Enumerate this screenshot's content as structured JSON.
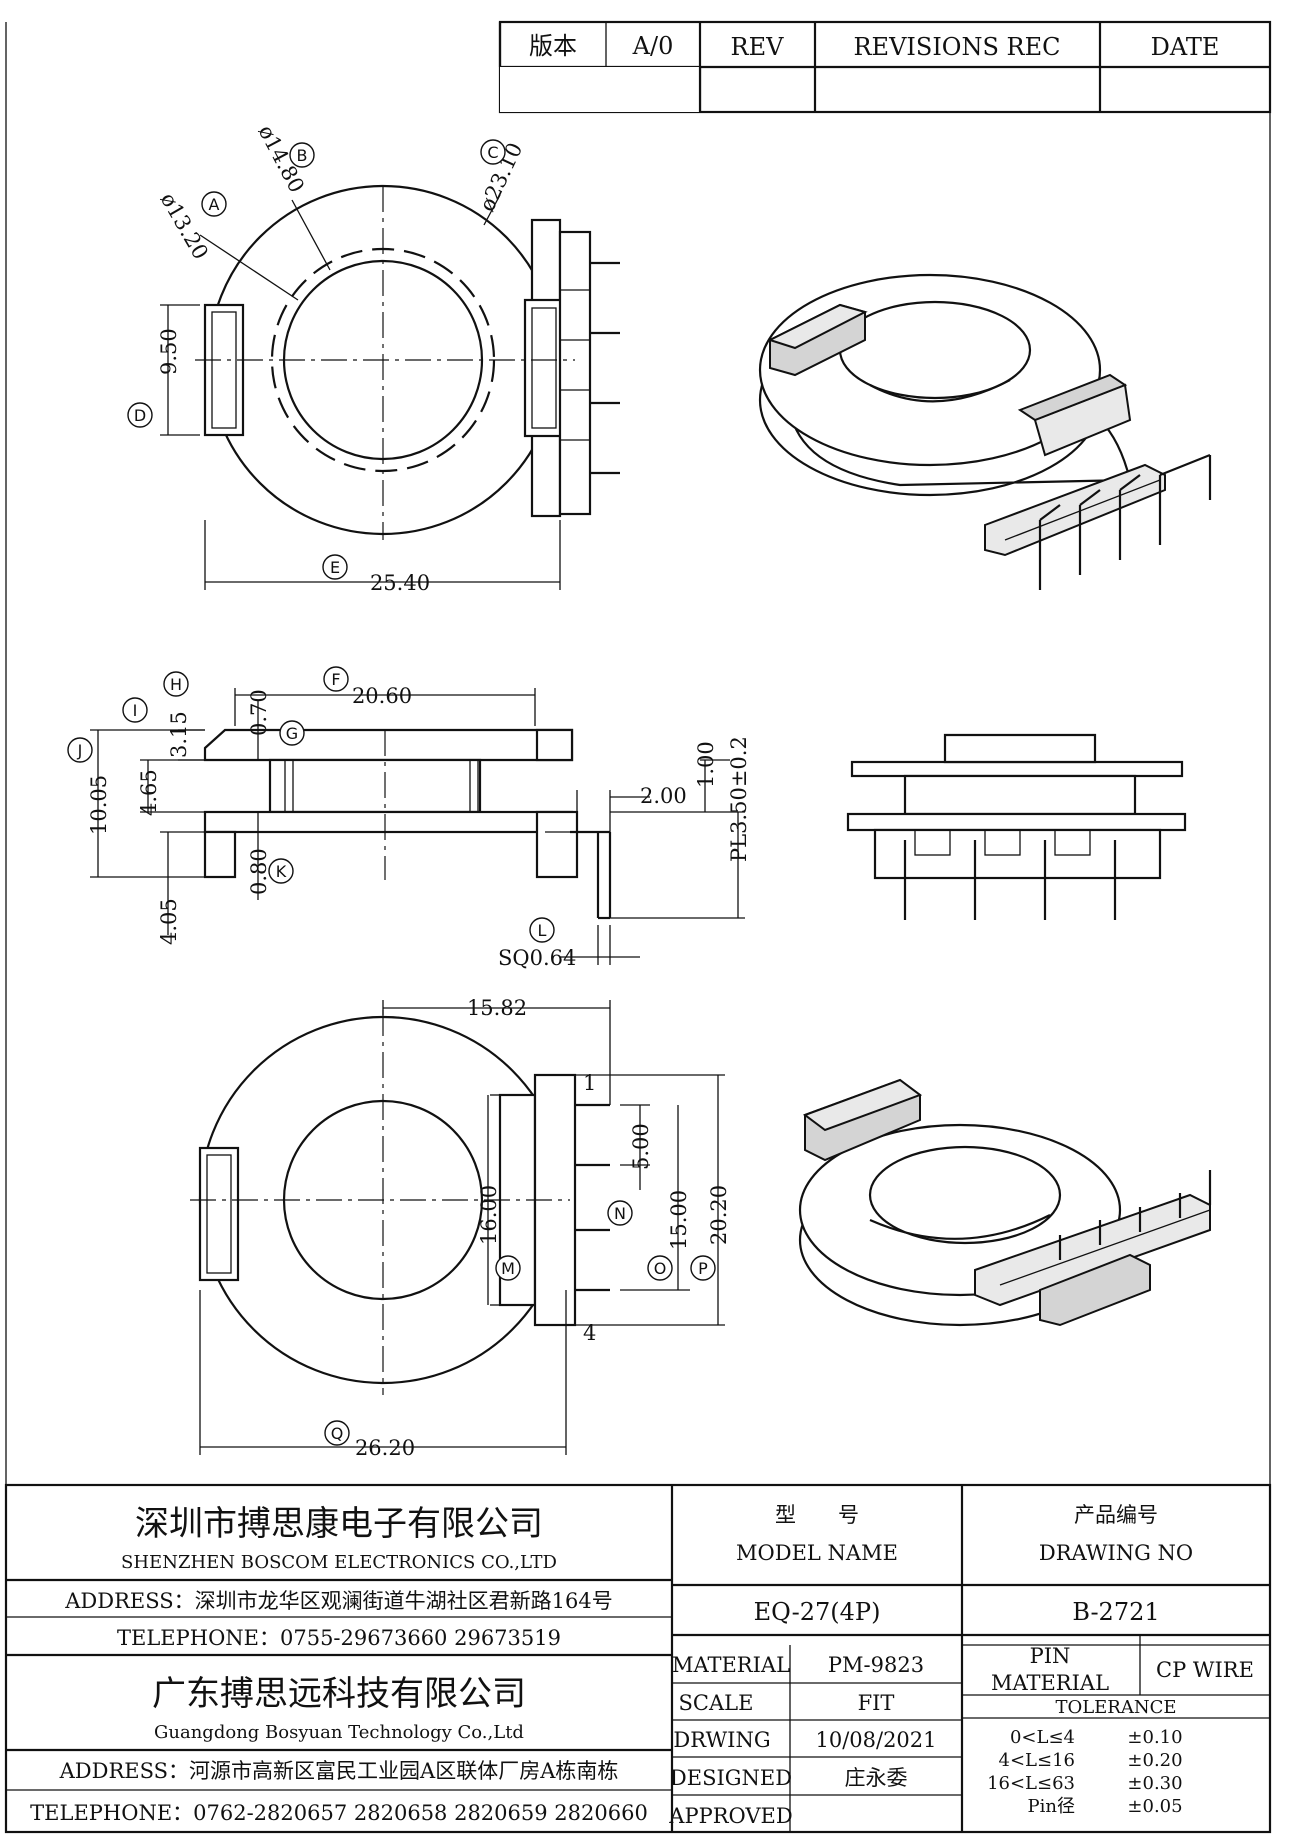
{
  "revision_table": {
    "version_label": "版本",
    "version_value": "A/0",
    "rev_label": "REV",
    "revisions_label": "REVISIONS REC",
    "date_label": "DATE"
  },
  "dimensions": {
    "A": {
      "letter": "A",
      "value": "ø13.20"
    },
    "B": {
      "letter": "B",
      "value": "ø14.80"
    },
    "C": {
      "letter": "C",
      "value": "ø23.10"
    },
    "D": {
      "letter": "D",
      "value": "9.50"
    },
    "E": {
      "letter": "E",
      "value": "25.40"
    },
    "F": {
      "letter": "F",
      "value": "20.60"
    },
    "G": {
      "letter": "G",
      "value": "0.70"
    },
    "H": {
      "letter": "H",
      "value": "3.15"
    },
    "I": {
      "letter": "I",
      "value": "4.65"
    },
    "J": {
      "letter": "J",
      "value": "10.05"
    },
    "K": {
      "letter": "K",
      "value": "0.80"
    },
    "L": {
      "letter": "L",
      "value": "SQ0.64"
    },
    "M": {
      "letter": "M",
      "value": "16.00"
    },
    "N": {
      "letter": "N",
      "value": "5.00"
    },
    "O": {
      "letter": "O",
      "value": "15.00"
    },
    "P": {
      "letter": "P",
      "value": "20.20"
    },
    "Q": {
      "letter": "Q",
      "value": "26.20"
    },
    "pin_length": "PL3.50±0.2",
    "pin_offset": "2.00",
    "pin_step": "1.00",
    "bottom_flange": "4.05",
    "pin_span": "15.82",
    "pin_first": "1",
    "pin_last": "4"
  },
  "title_block": {
    "company_cn": "深圳市搏思康电子有限公司",
    "company_en": "SHENZHEN BOSCOM ELECTRONICS CO.,LTD",
    "address1": "ADDRESS：深圳市龙华区观澜街道牛湖社区君新路164号",
    "telephone1": "TELEPHONE：0755-29673660 29673519",
    "company2_cn": "广东搏思远科技有限公司",
    "company2_en": "Guangdong Bosyuan Technology Co.,Ltd",
    "address2": "ADDRESS：河源市高新区富民工业园A区联体厂房A栋南栋",
    "telephone2": "TELEPHONE：0762-2820657 2820658 2820659 2820660",
    "model_cn": "型　　号",
    "model_en": "MODEL NAME",
    "model_value": "EQ-27(4P)",
    "drawing_cn": "产品编号",
    "drawing_en": "DRAWING NO",
    "drawing_value": "B-2721",
    "material_label": "MATERIAL",
    "material_value": "PM-9823",
    "pin_material_label1": "PIN",
    "pin_material_label2": "MATERIAL",
    "pin_material_value": "CP WIRE",
    "scale_label": "SCALE",
    "scale_value": "FIT",
    "drawing_label": "DRWING",
    "drawing_date": "10/08/2021",
    "designed_label": "DESIGNED",
    "designed_value": "庄永委",
    "approved_label": "APPROVED",
    "approved_value": "",
    "tolerance_label": "TOLERANCE",
    "tolerances": [
      {
        "range": "0<L≤4",
        "value": "±0.10"
      },
      {
        "range": "4<L≤16",
        "value": "±0.20"
      },
      {
        "range": "16<L≤63",
        "value": "±0.30"
      },
      {
        "range": "Pin径",
        "value": "±0.05"
      }
    ]
  }
}
